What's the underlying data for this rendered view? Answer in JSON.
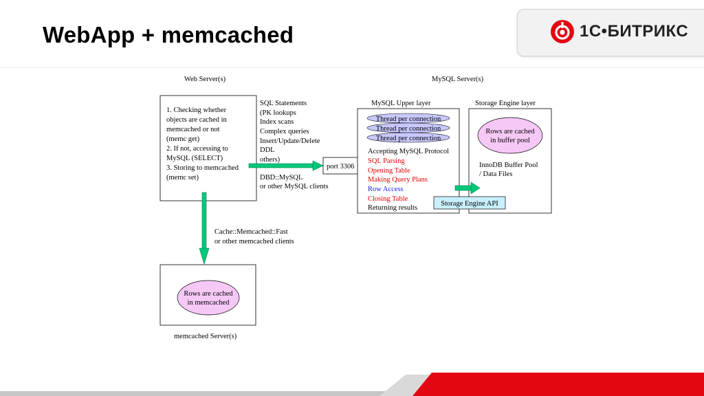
{
  "slide": {
    "title": "WebApp + memcached"
  },
  "logo": {
    "text": "1С•БИТРИКС",
    "icon": "bitrix-logo-icon",
    "brand_color": "#e30613"
  },
  "diagram": {
    "web_server_label": "Web Server(s)",
    "mysql_server_label": "MySQL Server(s)",
    "web_steps": [
      "1. Checking whether",
      "objects are cached in",
      "memcached or not",
      "(memc get)",
      "2. If not, accessing to",
      "MySQL (SELECT)",
      "3. Storing to memcached",
      "(memc set)"
    ],
    "sql_list": [
      "SQL Statements",
      "(PK lookups",
      "Index scans",
      "Complex queries",
      "Insert/Update/Delete",
      "DDL",
      "others)"
    ],
    "dbd_lines": [
      "DBD::MySQL",
      "or other MySQL clients"
    ],
    "port_label": "port 3306",
    "upper_layer_label": "MySQL Upper layer",
    "threads": [
      "Thread per connection",
      "Thread per connection",
      "Thread per connection"
    ],
    "protocol_steps": [
      {
        "text": "Accepting MySQL Protocol",
        "color": "black"
      },
      {
        "text": "SQL Parsing",
        "color": "red"
      },
      {
        "text": "Opening Table",
        "color": "red"
      },
      {
        "text": "Making Query Plans",
        "color": "red"
      },
      {
        "text": "Row Access",
        "color": "blue"
      },
      {
        "text": "Closing Table",
        "color": "red"
      },
      {
        "text": "Returning results",
        "color": "black"
      }
    ],
    "storage_layer_label": "Storage Engine layer",
    "buffer_pool_ellipse": [
      "Rows are cached",
      "in buffer pool"
    ],
    "innodb_lines": [
      "InnoDB Buffer Pool",
      "/ Data Files"
    ],
    "storage_api_label": "Storage Engine API",
    "memcached_client_lines": [
      "Cache::Memcached::Fast",
      "or other memcached clients"
    ],
    "memcached_ellipse": [
      "Rows are cached",
      "in memcached"
    ],
    "memcached_server_label": "memcached Server(s)",
    "colors": {
      "arrow": "#00c878",
      "arrow_stroke": "#008050",
      "ellipse_fill": "#f6c8f6",
      "thread_fill": "#c8c8ff",
      "api_fill": "#c8f0ff",
      "red_text": "#e00000",
      "blue_text": "#1a1aff"
    }
  }
}
